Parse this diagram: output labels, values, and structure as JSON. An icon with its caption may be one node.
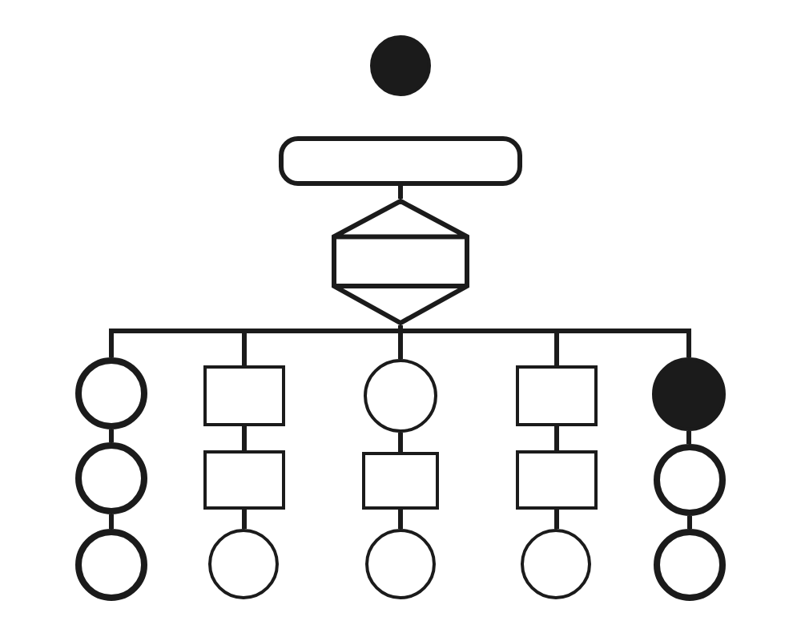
{
  "diagram": {
    "nodes": [
      {
        "text": [],
        "shape": "circle"
      },
      {
        "text": [],
        "shape": "box"
      },
      {
        "text": [],
        "shape": "diamond"
      },
      {
        "text": [],
        "shape": "circle"
      },
      {
        "text": [],
        "shape": "box"
      },
      {
        "text": [],
        "shape": "circle"
      },
      {
        "text": [],
        "shape": "box"
      },
      {
        "text": [],
        "shape": "circle"
      },
      {
        "text": [],
        "shape": "circle"
      },
      {
        "text": [],
        "shape": "box"
      },
      {
        "text": [],
        "shape": "box"
      },
      {
        "text": [],
        "shape": "box"
      },
      {
        "text": [],
        "shape": "circle"
      },
      {
        "text": [],
        "shape": "circle"
      },
      {
        "text": [],
        "shape": "circle"
      },
      {
        "text": [],
        "shape": "circle"
      },
      {
        "text": [],
        "shape": "circle"
      },
      {
        "text": [],
        "shape": "circle"
      }
    ],
    "edges": [
      {
        "from": 1,
        "to": 2,
        "arrow": "none"
      },
      {
        "from": 2,
        "to": 3,
        "arrow": "none"
      },
      {
        "from": 2,
        "to": 4,
        "arrow": "none"
      },
      {
        "from": 2,
        "to": 5,
        "arrow": "none"
      },
      {
        "from": 2,
        "to": 6,
        "arrow": "none"
      },
      {
        "from": 2,
        "to": 7,
        "arrow": "none"
      },
      {
        "from": 3,
        "to": 8,
        "arrow": "none"
      },
      {
        "from": 8,
        "to": 13,
        "arrow": "none"
      },
      {
        "from": 4,
        "to": 9,
        "arrow": "none"
      },
      {
        "from": 9,
        "to": 14,
        "arrow": "none"
      },
      {
        "from": 5,
        "to": 10,
        "arrow": "none"
      },
      {
        "from": 10,
        "to": 15,
        "arrow": "none"
      },
      {
        "from": 6,
        "to": 11,
        "arrow": "none"
      },
      {
        "from": 11,
        "to": 16,
        "arrow": "none"
      },
      {
        "from": 7,
        "to": 12,
        "arrow": "none"
      },
      {
        "from": 12,
        "to": 17,
        "arrow": "none"
      }
    ]
  }
}
